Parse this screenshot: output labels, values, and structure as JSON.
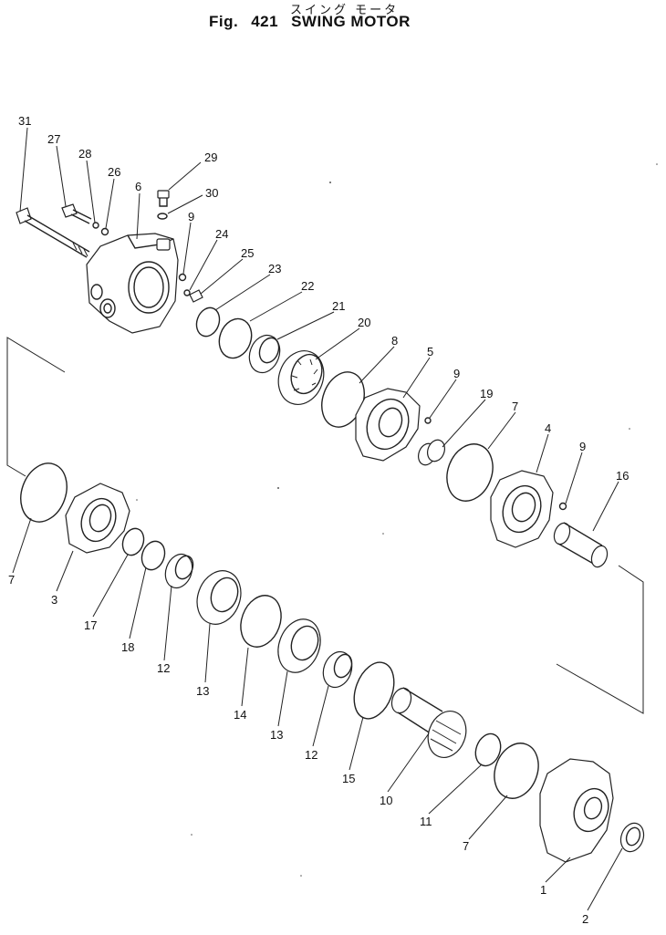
{
  "header": {
    "title_jp": "スイング モータ",
    "fig_label": "Fig.",
    "fig_number": "421",
    "title": "SWING MOTOR"
  },
  "callouts": [
    {
      "id": "31",
      "text": "31"
    },
    {
      "id": "27",
      "text": "27"
    },
    {
      "id": "28",
      "text": "28"
    },
    {
      "id": "26",
      "text": "26"
    },
    {
      "id": "6",
      "text": "6"
    },
    {
      "id": "29",
      "text": "29"
    },
    {
      "id": "30",
      "text": "30"
    },
    {
      "id": "9a",
      "text": "9"
    },
    {
      "id": "24",
      "text": "24"
    },
    {
      "id": "25",
      "text": "25"
    },
    {
      "id": "23",
      "text": "23"
    },
    {
      "id": "22",
      "text": "22"
    },
    {
      "id": "21",
      "text": "21"
    },
    {
      "id": "20",
      "text": "20"
    },
    {
      "id": "8",
      "text": "8"
    },
    {
      "id": "5",
      "text": "5"
    },
    {
      "id": "9b",
      "text": "9"
    },
    {
      "id": "19",
      "text": "19"
    },
    {
      "id": "7a",
      "text": "7"
    },
    {
      "id": "4",
      "text": "4"
    },
    {
      "id": "9c",
      "text": "9"
    },
    {
      "id": "16",
      "text": "16"
    },
    {
      "id": "7b",
      "text": "7"
    },
    {
      "id": "3",
      "text": "3"
    },
    {
      "id": "17",
      "text": "17"
    },
    {
      "id": "18",
      "text": "18"
    },
    {
      "id": "12a",
      "text": "12"
    },
    {
      "id": "13a",
      "text": "13"
    },
    {
      "id": "14",
      "text": "14"
    },
    {
      "id": "13b",
      "text": "13"
    },
    {
      "id": "12b",
      "text": "12"
    },
    {
      "id": "15",
      "text": "15"
    },
    {
      "id": "10",
      "text": "10"
    },
    {
      "id": "11",
      "text": "11"
    },
    {
      "id": "7c",
      "text": "7"
    },
    {
      "id": "1",
      "text": "1"
    },
    {
      "id": "2",
      "text": "2"
    }
  ]
}
